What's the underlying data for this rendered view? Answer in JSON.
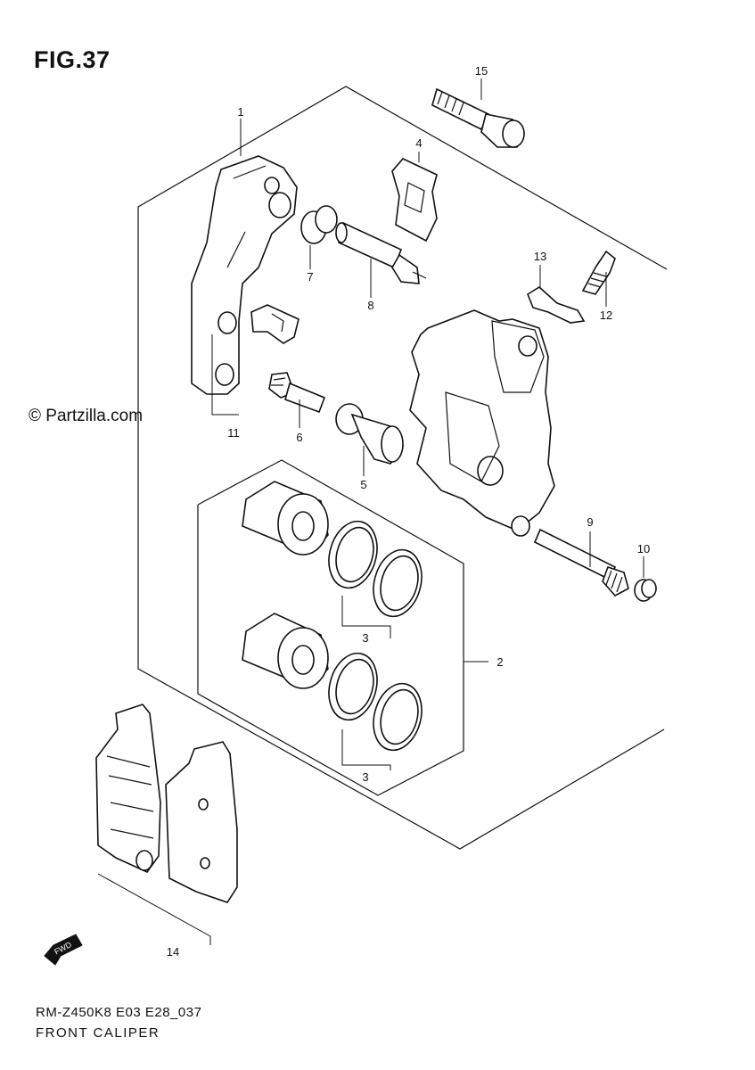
{
  "figure": {
    "title": "FIG.37",
    "code": "RM-Z450K8 E03 E28_037",
    "name": "FRONT CALIPER"
  },
  "watermark": "© Partzilla.com",
  "direction_marker": "FWD",
  "callouts": [
    {
      "id": "c1",
      "label": "1"
    },
    {
      "id": "c2",
      "label": "2"
    },
    {
      "id": "c3a",
      "label": "3"
    },
    {
      "id": "c3b",
      "label": "3"
    },
    {
      "id": "c4",
      "label": "4"
    },
    {
      "id": "c5",
      "label": "5"
    },
    {
      "id": "c6",
      "label": "6"
    },
    {
      "id": "c7",
      "label": "7"
    },
    {
      "id": "c8",
      "label": "8"
    },
    {
      "id": "c9",
      "label": "9"
    },
    {
      "id": "c10",
      "label": "10"
    },
    {
      "id": "c11",
      "label": "11"
    },
    {
      "id": "c12",
      "label": "12"
    },
    {
      "id": "c13",
      "label": "13"
    },
    {
      "id": "c14",
      "label": "14"
    },
    {
      "id": "c15",
      "label": "15"
    }
  ]
}
